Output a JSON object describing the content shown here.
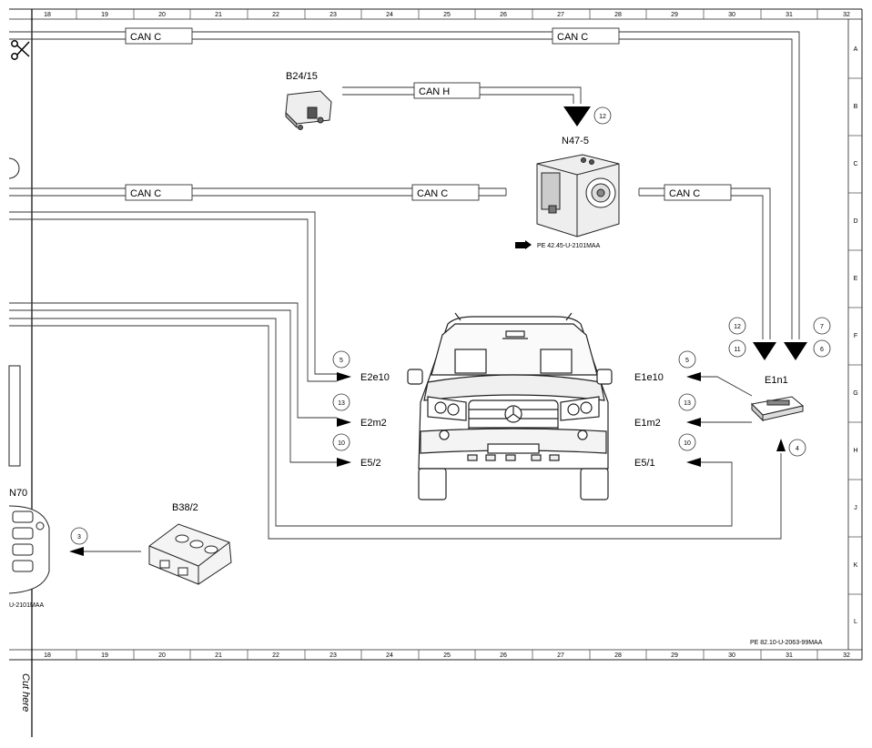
{
  "grid": {
    "columns": [
      "18",
      "19",
      "20",
      "21",
      "22",
      "23",
      "24",
      "25",
      "26",
      "27",
      "28",
      "29",
      "30",
      "31",
      "32"
    ],
    "rows": [
      "A",
      "B",
      "C",
      "D",
      "E",
      "F",
      "G",
      "H",
      "J",
      "K",
      "L"
    ]
  },
  "buses": {
    "can_c": "CAN C",
    "can_h": "CAN H"
  },
  "components": {
    "b24_15": "B24/15",
    "n47_5": "N47-5",
    "e1n1": "E1n1",
    "b38_2": "B38/2",
    "n70_partial": "N70"
  },
  "references": {
    "pe_42": "PE 42.45-U-2101MAA",
    "pe_82": "PE 82.10-U-2063-99MAA",
    "left_partial": "U-2101MAA"
  },
  "outputs": {
    "e2e10": "E2e10",
    "e2m2": "E2m2",
    "e5_2": "E5/2",
    "e1e10": "E1e10",
    "e1m2": "E1m2",
    "e5_1": "E5/1"
  },
  "circles": {
    "c12_top": "12",
    "c12": "12",
    "c11": "11",
    "c7": "7",
    "c6": "6",
    "c5_left": "5",
    "c13_left": "13",
    "c10_left": "10",
    "c5_right": "5",
    "c13_right": "13",
    "c10_right": "10",
    "c4": "4",
    "c3": "3"
  },
  "cut_here": "Cut here"
}
